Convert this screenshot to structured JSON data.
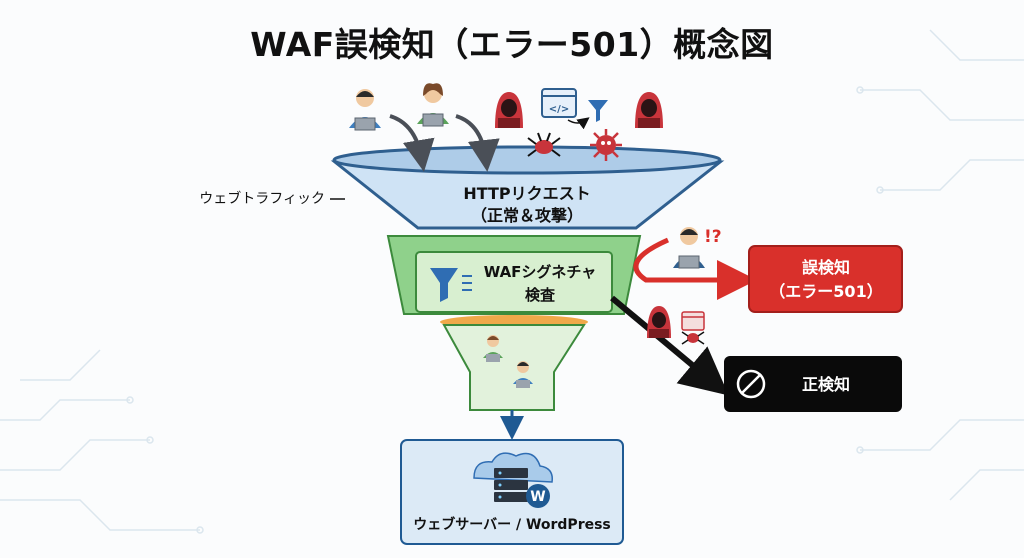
{
  "title": "WAF誤検知（エラー501）概念図",
  "labels": {
    "traffic": "ウェブトラフィック",
    "funnel_top_line1": "HTTPリクエスト",
    "funnel_top_line2": "（正常＆攻撃）",
    "waf_line1": "WAFシグネチャ",
    "waf_line2": "検査",
    "false_positive_line1": "誤検知",
    "false_positive_line2": "（エラー501）",
    "exclamation": "!?",
    "true_positive": "正検知",
    "server": "ウェブサーバー / WordPress",
    "code_glyph": "</>",
    "wp_letter": "W"
  },
  "colors": {
    "funnel_top": "#cfe3f5",
    "funnel_top_stroke": "#2f5f8f",
    "waf_band": "#8fd18b",
    "waf_box": "#d8efd0",
    "funnel_bottom": "#e2f2dc",
    "orange_band": "#f0a94a",
    "false_positive": "#d9302b",
    "true_positive": "#0a0a0a",
    "server_box": "#dceaf6",
    "hacker_red": "#c8343b"
  },
  "icons": [
    "user-laptop-icon",
    "hacker-icon",
    "code-window-icon",
    "filter-icon",
    "virus-icon",
    "wordpress-icon",
    "server-cloud-icon",
    "blocked-icon"
  ]
}
